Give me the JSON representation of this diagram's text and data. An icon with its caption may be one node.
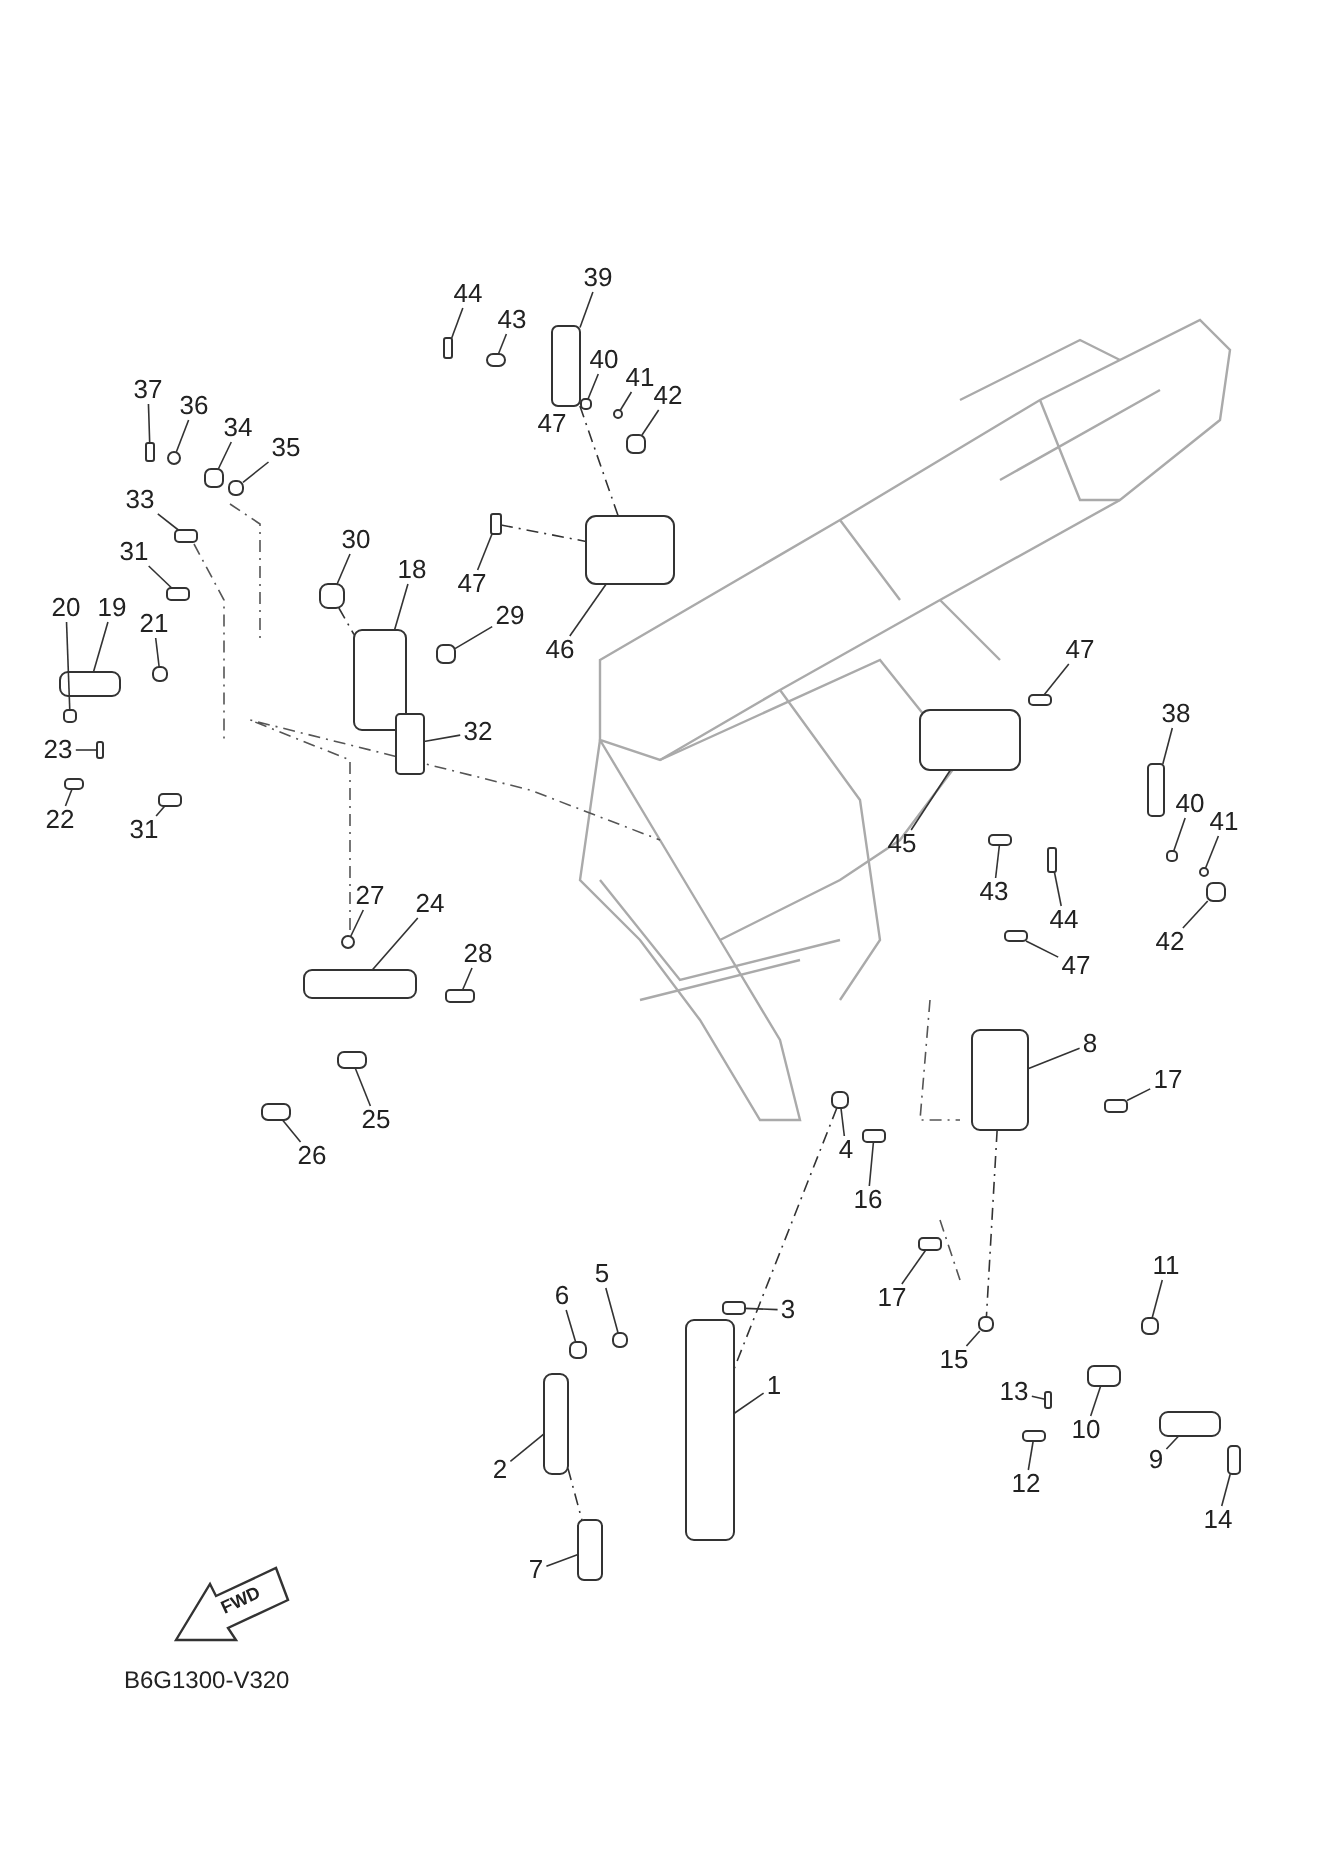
{
  "diagram": {
    "nodes": [
      {
        "text": [
          "44"
        ]
      },
      {
        "text": [
          "43"
        ]
      },
      {
        "text": [
          "39"
        ]
      },
      {
        "text": [
          "40"
        ]
      },
      {
        "text": [
          "41"
        ]
      },
      {
        "text": [
          "42"
        ]
      },
      {
        "text": [
          "47"
        ]
      },
      {
        "text": [
          "37"
        ]
      },
      {
        "text": [
          "36"
        ]
      },
      {
        "text": [
          "34"
        ]
      },
      {
        "text": [
          "35"
        ]
      },
      {
        "text": [
          "33"
        ]
      },
      {
        "text": [
          "30"
        ]
      },
      {
        "text": [
          "31"
        ]
      },
      {
        "text": [
          "18"
        ]
      },
      {
        "text": [
          "47"
        ]
      },
      {
        "text": [
          "29"
        ]
      },
      {
        "text": [
          "46"
        ]
      },
      {
        "text": [
          "20"
        ]
      },
      {
        "text": [
          "19"
        ]
      },
      {
        "text": [
          "21"
        ]
      },
      {
        "text": [
          "32"
        ]
      },
      {
        "text": [
          "23"
        ]
      },
      {
        "text": [
          "22"
        ]
      },
      {
        "text": [
          "31"
        ]
      },
      {
        "text": [
          "27"
        ]
      },
      {
        "text": [
          "24"
        ]
      },
      {
        "text": [
          "28"
        ]
      },
      {
        "text": [
          "25"
        ]
      },
      {
        "text": [
          "26"
        ]
      },
      {
        "text": [
          "47"
        ]
      },
      {
        "text": [
          "38"
        ]
      },
      {
        "text": [
          "45"
        ]
      },
      {
        "text": [
          "40"
        ]
      },
      {
        "text": [
          "41"
        ]
      },
      {
        "text": [
          "42"
        ]
      },
      {
        "text": [
          "43"
        ]
      },
      {
        "text": [
          "44"
        ]
      },
      {
        "text": [
          "47"
        ]
      },
      {
        "text": [
          "8"
        ]
      },
      {
        "text": [
          "17"
        ]
      },
      {
        "text": [
          "4"
        ]
      },
      {
        "text": [
          "16"
        ]
      },
      {
        "text": [
          "17"
        ]
      },
      {
        "text": [
          "6"
        ]
      },
      {
        "text": [
          "5"
        ]
      },
      {
        "text": [
          "3"
        ]
      },
      {
        "text": [
          "11"
        ]
      },
      {
        "text": [
          "1"
        ]
      },
      {
        "text": [
          "15"
        ]
      },
      {
        "text": [
          "2"
        ]
      },
      {
        "text": [
          "13"
        ]
      },
      {
        "text": [
          "10"
        ]
      },
      {
        "text": [
          "9"
        ]
      },
      {
        "text": [
          "12"
        ]
      },
      {
        "text": [
          "14"
        ]
      },
      {
        "text": [
          "7"
        ]
      },
      {
        "text": [],
        "shape": "box"
      },
      {
        "text": [],
        "shape": "box"
      },
      {
        "text": [],
        "shape": "box"
      },
      {
        "text": [],
        "shape": "box"
      },
      {
        "text": [],
        "shape": "box"
      },
      {
        "text": [],
        "shape": "box"
      },
      {
        "text": [],
        "shape": "box"
      },
      {
        "text": [],
        "shape": "box"
      },
      {
        "text": [],
        "shape": "box"
      },
      {
        "text": [],
        "shape": "box"
      },
      {
        "text": [],
        "shape": "box"
      },
      {
        "text": [],
        "shape": "box"
      },
      {
        "text": [],
        "shape": "box"
      },
      {
        "text": [],
        "shape": "box"
      },
      {
        "text": [],
        "shape": "box"
      },
      {
        "text": [],
        "shape": "box"
      },
      {
        "text": [],
        "shape": "box"
      },
      {
        "text": [],
        "shape": "box"
      },
      {
        "text": [],
        "shape": "box"
      },
      {
        "text": [],
        "shape": "box"
      },
      {
        "text": [],
        "shape": "box"
      },
      {
        "text": [],
        "shape": "box"
      },
      {
        "text": [],
        "shape": "box"
      },
      {
        "text": [],
        "shape": "box"
      },
      {
        "text": [],
        "shape": "box"
      },
      {
        "text": [],
        "shape": "box"
      },
      {
        "text": [],
        "shape": "box"
      },
      {
        "text": [],
        "shape": "box"
      },
      {
        "text": [],
        "shape": "box"
      },
      {
        "text": [],
        "shape": "box"
      },
      {
        "text": [],
        "shape": "box"
      },
      {
        "text": [],
        "shape": "box"
      },
      {
        "text": [],
        "shape": "box"
      },
      {
        "text": [],
        "shape": "box"
      },
      {
        "text": [],
        "shape": "box"
      },
      {
        "text": [],
        "shape": "box"
      },
      {
        "text": [],
        "shape": "box"
      },
      {
        "text": [],
        "shape": "box"
      },
      {
        "text": [],
        "shape": "box"
      },
      {
        "text": [],
        "shape": "box"
      },
      {
        "text": [],
        "shape": "box"
      },
      {
        "text": [],
        "shape": "box"
      },
      {
        "text": [],
        "shape": "box"
      },
      {
        "text": [],
        "shape": "box"
      },
      {
        "text": [],
        "shape": "box"
      },
      {
        "text": [],
        "shape": "box"
      },
      {
        "text": [],
        "shape": "box"
      },
      {
        "text": [],
        "shape": "box"
      },
      {
        "text": [],
        "shape": "box"
      },
      {
        "text": [],
        "shape": "box"
      },
      {
        "text": [],
        "shape": "box"
      },
      {
        "text": [],
        "shape": "box"
      },
      {
        "text": [],
        "shape": "box"
      },
      {
        "text": [],
        "shape": "box"
      },
      {
        "text": [],
        "shape": "box"
      },
      {
        "text": [],
        "shape": "box"
      }
    ],
    "edges": [
      {
        "from": 0,
        "to": 57,
        "arrow": "none"
      },
      {
        "from": 1,
        "to": 58,
        "arrow": "none"
      },
      {
        "from": 2,
        "to": 59,
        "arrow": "none"
      },
      {
        "from": 3,
        "to": 60,
        "arrow": "none"
      },
      {
        "from": 4,
        "to": 61,
        "arrow": "none"
      },
      {
        "from": 5,
        "to": 62,
        "arrow": "none"
      },
      {
        "from": 7,
        "to": 63,
        "arrow": "none"
      },
      {
        "from": 8,
        "to": 64,
        "arrow": "none"
      },
      {
        "from": 9,
        "to": 65,
        "arrow": "none"
      },
      {
        "from": 10,
        "to": 66,
        "arrow": "none"
      },
      {
        "from": 11,
        "to": 67,
        "arrow": "none"
      },
      {
        "from": 12,
        "to": 68,
        "arrow": "none"
      },
      {
        "from": 13,
        "to": 69,
        "arrow": "none"
      },
      {
        "from": 14,
        "to": 70,
        "arrow": "none"
      },
      {
        "from": 15,
        "to": 71,
        "arrow": "none"
      },
      {
        "from": 16,
        "to": 72,
        "arrow": "none"
      },
      {
        "from": 17,
        "to": 73,
        "arrow": "none"
      },
      {
        "from": 18,
        "to": 74,
        "arrow": "none"
      },
      {
        "from": 19,
        "to": 75,
        "arrow": "none"
      },
      {
        "from": 20,
        "to": 76,
        "arrow": "none"
      },
      {
        "from": 21,
        "to": 77,
        "arrow": "none"
      },
      {
        "from": 22,
        "to": 78,
        "arrow": "none"
      },
      {
        "from": 23,
        "to": 79,
        "arrow": "none"
      },
      {
        "from": 24,
        "to": 80,
        "arrow": "none"
      },
      {
        "from": 25,
        "to": 81,
        "arrow": "none"
      },
      {
        "from": 26,
        "to": 82,
        "arrow": "none"
      },
      {
        "from": 27,
        "to": 83,
        "arrow": "none"
      },
      {
        "from": 28,
        "to": 84,
        "arrow": "none"
      },
      {
        "from": 29,
        "to": 85,
        "arrow": "none"
      },
      {
        "from": 30,
        "to": 86,
        "arrow": "none"
      },
      {
        "from": 31,
        "to": 87,
        "arrow": "none"
      },
      {
        "from": 32,
        "to": 88,
        "arrow": "none"
      },
      {
        "from": 33,
        "to": 89,
        "arrow": "none"
      },
      {
        "from": 34,
        "to": 90,
        "arrow": "none"
      },
      {
        "from": 35,
        "to": 91,
        "arrow": "none"
      },
      {
        "from": 36,
        "to": 92,
        "arrow": "none"
      },
      {
        "from": 37,
        "to": 93,
        "arrow": "none"
      },
      {
        "from": 38,
        "to": 94,
        "arrow": "none"
      },
      {
        "from": 39,
        "to": 95,
        "arrow": "none"
      },
      {
        "from": 40,
        "to": 96,
        "arrow": "none"
      },
      {
        "from": 41,
        "to": 97,
        "arrow": "none"
      },
      {
        "from": 42,
        "to": 98,
        "arrow": "none"
      },
      {
        "from": 43,
        "to": 99,
        "arrow": "none"
      },
      {
        "from": 44,
        "to": 100,
        "arrow": "none"
      },
      {
        "from": 45,
        "to": 101,
        "arrow": "none"
      },
      {
        "from": 46,
        "to": 102,
        "arrow": "none"
      },
      {
        "from": 47,
        "to": 103,
        "arrow": "none"
      },
      {
        "from": 48,
        "to": 104,
        "arrow": "none"
      },
      {
        "from": 49,
        "to": 105,
        "arrow": "none"
      },
      {
        "from": 50,
        "to": 106,
        "arrow": "none"
      },
      {
        "from": 51,
        "to": 107,
        "arrow": "none"
      },
      {
        "from": 52,
        "to": 108,
        "arrow": "none"
      },
      {
        "from": 53,
        "to": 109,
        "arrow": "none"
      },
      {
        "from": 54,
        "to": 110,
        "arrow": "none"
      },
      {
        "from": 55,
        "to": 111,
        "arrow": "none"
      },
      {
        "from": 56,
        "to": 112,
        "arrow": "none"
      },
      {
        "from": 59,
        "to": 73,
        "arrow": "none",
        "style": "dashed"
      },
      {
        "from": 71,
        "to": 73,
        "arrow": "none",
        "style": "dashed"
      },
      {
        "from": 68,
        "to": 70,
        "arrow": "none",
        "style": "dashed"
      },
      {
        "from": 97,
        "to": 104,
        "arrow": "none",
        "style": "dashed"
      },
      {
        "from": 95,
        "to": 105,
        "arrow": "none",
        "style": "dashed"
      },
      {
        "from": 106,
        "to": 112,
        "arrow": "none",
        "style": "dashed"
      }
    ],
    "labels": [
      "FWD",
      "B6G1300-V320"
    ]
  }
}
